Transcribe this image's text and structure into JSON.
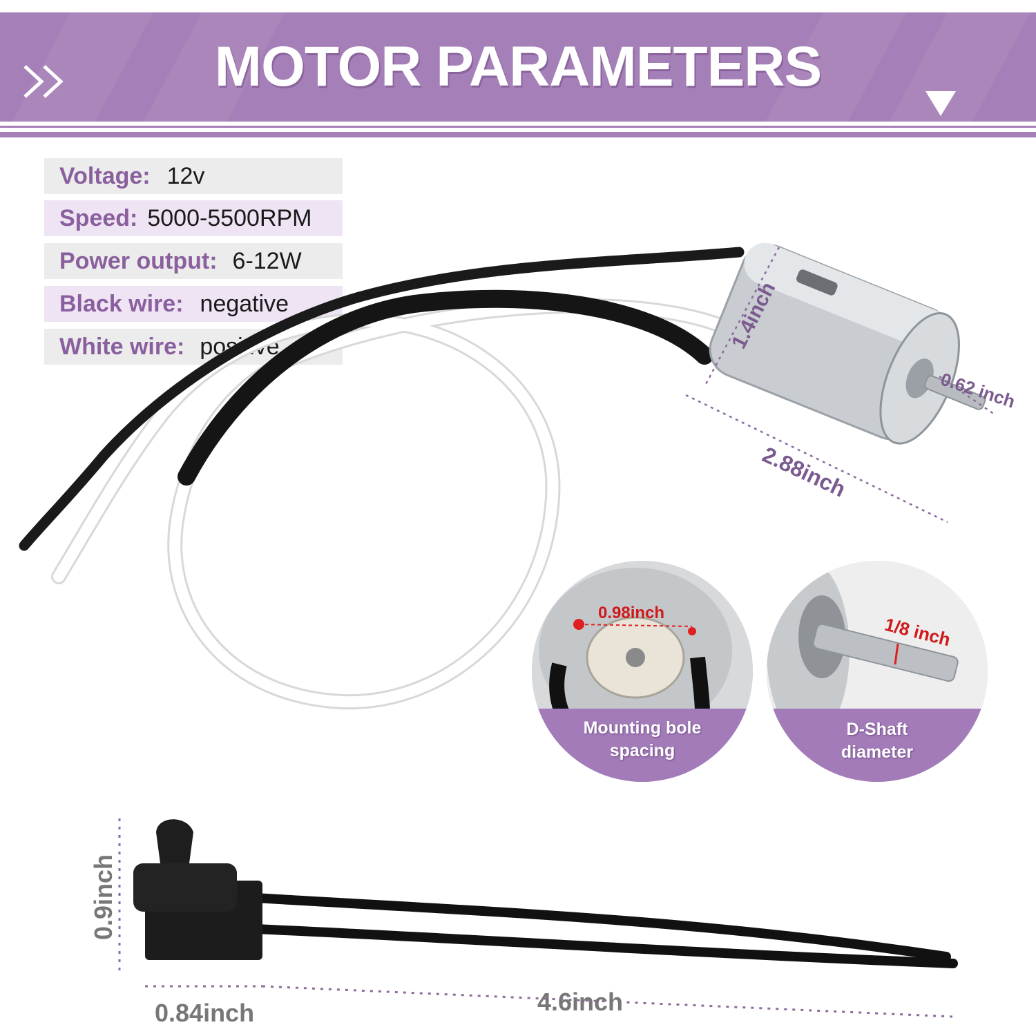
{
  "title": "MOTOR PARAMETERS",
  "specs": [
    {
      "key": "Voltage:",
      "value": "12v"
    },
    {
      "key": "Speed:",
      "value": "5000-5500RPM"
    },
    {
      "key": "Power output:",
      "value": "6-12W"
    },
    {
      "key": "Black wire:",
      "value": "negative"
    },
    {
      "key": "White wire:",
      "value": "positive"
    }
  ],
  "dimensions": {
    "motor_diameter": "1.4inch",
    "motor_length": "2.88inch",
    "shaft_length": "0.62 inch",
    "mounting_spacing": "0.98inch",
    "shaft_diameter": "1/8 inch",
    "switch_height": "0.9inch",
    "switch_width": "0.84inch",
    "switch_lead_length": "4.6inch"
  },
  "callouts": {
    "mounting_label": "Mounting bole spacing",
    "dshaft_label": "D-Shaft diameter"
  },
  "colors": {
    "banner": "#a57fb7",
    "spec_key": "#8a5f9e",
    "dimension_text": "#7b5b8f",
    "mount_marker": "#e02020"
  },
  "icons": [
    "double-chevron-right-icon",
    "triangle-down-icon"
  ]
}
